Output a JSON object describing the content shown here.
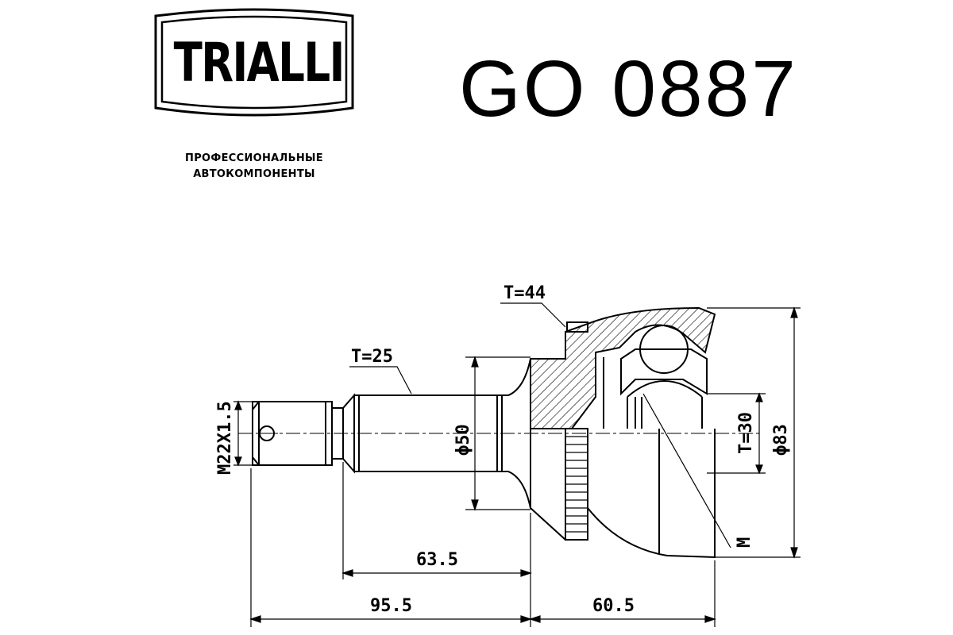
{
  "brand": {
    "logo_text": "TRIALLI",
    "tagline_line1": "ПРОФЕССИОНАЛЬНЫЕ",
    "tagline_line2": "АВТОКОМПОНЕНТЫ"
  },
  "part_number": "GO 0887",
  "drawing": {
    "labels": {
      "thread": "M22X1.5",
      "spline_outer": "T=25",
      "abs_ring": "T=44",
      "spline_inner": "T=30",
      "diameter_shaft": "ϕ50",
      "diameter_housing": "ϕ83",
      "marker": "M"
    },
    "dimensions": {
      "shaft_length": "63.5",
      "total_outer_length": "95.5",
      "housing_length": "60.5"
    }
  },
  "colors": {
    "ink": "#000000",
    "background": "#ffffff"
  }
}
